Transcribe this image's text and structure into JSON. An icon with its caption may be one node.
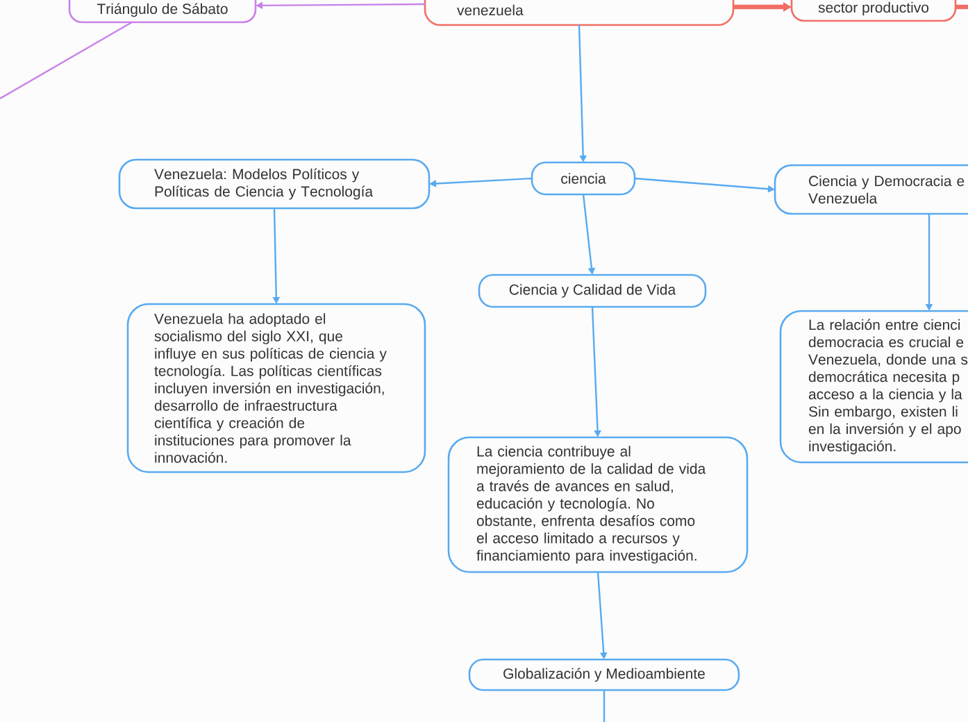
{
  "diagram": {
    "nodes": [
      {
        "text": [
          "Triángulo de Sábato"
        ]
      },
      {
        "text": [
          "venezuela"
        ]
      },
      {
        "text": [
          "sector productivo"
        ]
      },
      {
        "text": [
          "Venezuela: Modelos Políticos y Políticas de Ciencia y Tecnología"
        ]
      },
      {
        "text": [
          "ciencia"
        ]
      },
      {
        "text": [
          "Ciencia y Democracia e Venezuela"
        ]
      },
      {
        "text": [
          "Ciencia y Calidad de Vida"
        ]
      },
      {
        "text": [
          "Venezuela ha adoptado el socialismo del siglo XXI, que influye en sus políticas de ciencia y tecnología. Las políticas científicas incluyen inversión en investigación, desarrollo de infraestructura científica y creación de instituciones para promover la innovación."
        ]
      },
      {
        "text": [
          "La relación entre cienci democracia es crucial e Venezuela, donde una s democrática necesita p acceso a la ciencia y la Sin embargo, existen li en la inversión y el apo investigación."
        ]
      },
      {
        "text": [
          "La ciencia contribuye al mejoramiento de la calidad de vida a través de avances en salud, educación y tecnología. No obstante, enfrenta desafíos como el acceso limitado a recursos y financiamiento para investigación."
        ]
      },
      {
        "text": [
          "Globalización y Medioambiente"
        ]
      }
    ],
    "edges": [
      {
        "from": 1,
        "to": 0,
        "arrow": "to",
        "color": "#c882eb"
      },
      {
        "from": 1,
        "to": 2,
        "arrow": "to",
        "style": "thick",
        "color": "#f26e64"
      },
      {
        "from": 1,
        "to": 4,
        "arrow": "to"
      },
      {
        "from": 4,
        "to": 3,
        "arrow": "to"
      },
      {
        "from": 4,
        "to": 5,
        "arrow": "to"
      },
      {
        "from": 4,
        "to": 6,
        "arrow": "to"
      },
      {
        "from": 3,
        "to": 7,
        "arrow": "to"
      },
      {
        "from": 5,
        "to": 8,
        "arrow": "to"
      },
      {
        "from": 6,
        "to": 9,
        "arrow": "to"
      },
      {
        "from": 9,
        "to": 10,
        "arrow": "to"
      },
      {
        "from": 0,
        "to": null,
        "arrow": "none",
        "color": "#c882eb"
      },
      {
        "from": 2,
        "to": null,
        "arrow": "none",
        "style": "thick",
        "color": "#f26e64"
      },
      {
        "from": 10,
        "to": null,
        "arrow": "none"
      }
    ]
  }
}
